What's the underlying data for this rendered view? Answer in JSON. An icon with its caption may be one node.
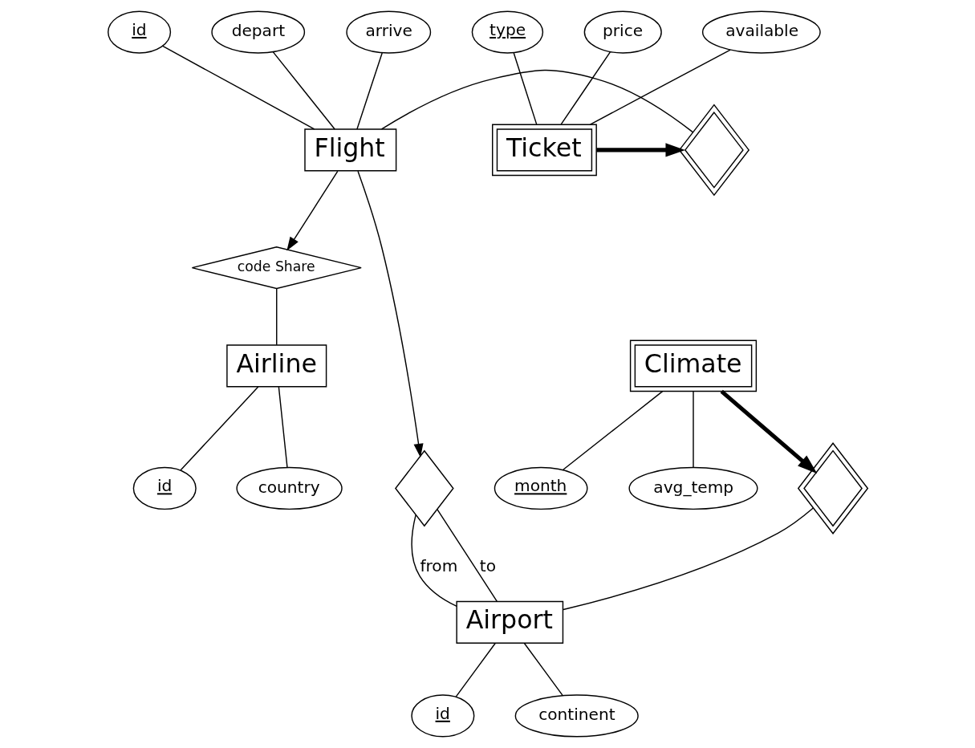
{
  "diagram": {
    "nodes": [
      {
        "text": [
          "id"
        ]
      },
      {
        "text": [
          "depart"
        ]
      },
      {
        "text": [
          "arrive"
        ]
      },
      {
        "text": [
          "type"
        ]
      },
      {
        "text": [
          "price"
        ]
      },
      {
        "text": [
          "available"
        ]
      },
      {
        "text": [
          "Flight"
        ]
      },
      {
        "text": [],
        "shape": "diamond"
      },
      {
        "text": [
          "Ticket"
        ]
      },
      {
        "text": [
          "code Share"
        ]
      },
      {
        "text": [
          "Airline"
        ]
      },
      {
        "text": [
          "Climate"
        ]
      },
      {
        "text": [],
        "shape": "diamond"
      },
      {
        "text": [
          "id"
        ]
      },
      {
        "text": [
          "country"
        ]
      },
      {
        "text": [
          "month"
        ]
      },
      {
        "text": [
          "avg_temp"
        ]
      },
      {
        "text": [],
        "shape": "diamond"
      },
      {
        "text": [
          "Airport"
        ]
      },
      {
        "text": [
          "id"
        ]
      },
      {
        "text": [
          "continent"
        ]
      }
    ],
    "edges": [
      {
        "from": 0,
        "to": 6,
        "arrow": "none"
      },
      {
        "from": 1,
        "to": 6,
        "arrow": "none"
      },
      {
        "from": 2,
        "to": 6,
        "arrow": "none"
      },
      {
        "from": 3,
        "to": 8,
        "arrow": "none"
      },
      {
        "from": 4,
        "to": 8,
        "arrow": "none"
      },
      {
        "from": 5,
        "to": 8,
        "arrow": "none"
      },
      {
        "from": 6,
        "to": 7,
        "arrow": "none"
      },
      {
        "from": 8,
        "to": 7,
        "arrow": "to",
        "style": "thick"
      },
      {
        "from": 6,
        "to": 9,
        "arrow": "to"
      },
      {
        "from": 9,
        "to": 10,
        "arrow": "none"
      },
      {
        "from": 10,
        "to": 13,
        "arrow": "none"
      },
      {
        "from": 10,
        "to": 14,
        "arrow": "none"
      },
      {
        "from": 6,
        "to": 12,
        "arrow": "to"
      },
      {
        "from": 12,
        "to": 18,
        "arrow": "none",
        "label": "from"
      },
      {
        "from": 12,
        "to": 18,
        "arrow": "none",
        "label": "to"
      },
      {
        "from": 11,
        "to": 17,
        "arrow": "to",
        "style": "thick"
      },
      {
        "from": 11,
        "to": 15,
        "arrow": "none"
      },
      {
        "from": 11,
        "to": 16,
        "arrow": "none"
      },
      {
        "from": 17,
        "to": 18,
        "arrow": "none"
      },
      {
        "from": 18,
        "to": 19,
        "arrow": "none"
      },
      {
        "from": 18,
        "to": 20,
        "arrow": "none"
      }
    ]
  }
}
